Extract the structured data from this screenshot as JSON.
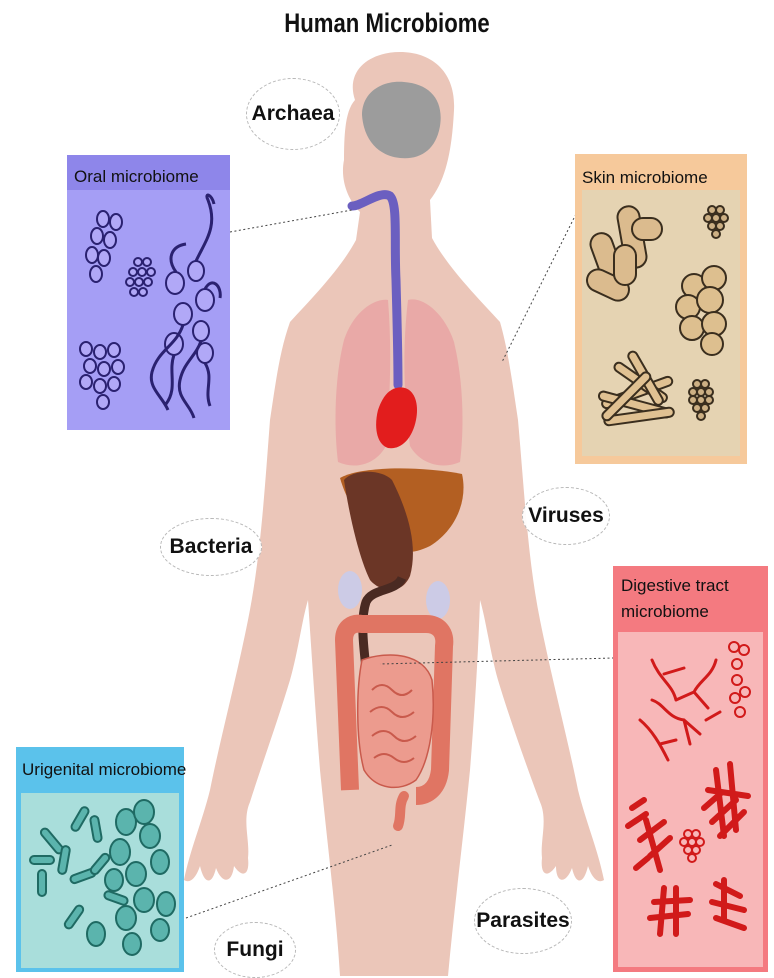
{
  "title": "Human Microbiome",
  "organisms": {
    "archaea": "Archaea",
    "bacteria": "Bacteria",
    "viruses": "Viruses",
    "fungi": "Fungi",
    "parasites": "Parasites"
  },
  "panels": {
    "oral": {
      "label": "Oral microbiome",
      "color": "#8e86ea",
      "inner": "#a59ef5"
    },
    "skin": {
      "label": "Skin microbiome",
      "color": "#f6c99b",
      "inner": "#e5d3b2"
    },
    "digestive": {
      "label_line1": "Digestive tract",
      "label_line2": "microbiome",
      "color": "#f47a80",
      "inner": "#f8b7b8"
    },
    "urogenital": {
      "label": "Urigenital microbiome",
      "color": "#5bc2eb",
      "inner": "#a9dedb"
    }
  },
  "colors": {
    "body": "#ebc6b9",
    "brain": "#9c9c9c",
    "lungs": "#e9a3a3",
    "heart": "#e21d1d",
    "liver": "#b35f22",
    "stomach": "#6b3626",
    "kidney": "#cccbe6",
    "intestine": "#e07563",
    "esophagus": "#6b5fc0"
  }
}
